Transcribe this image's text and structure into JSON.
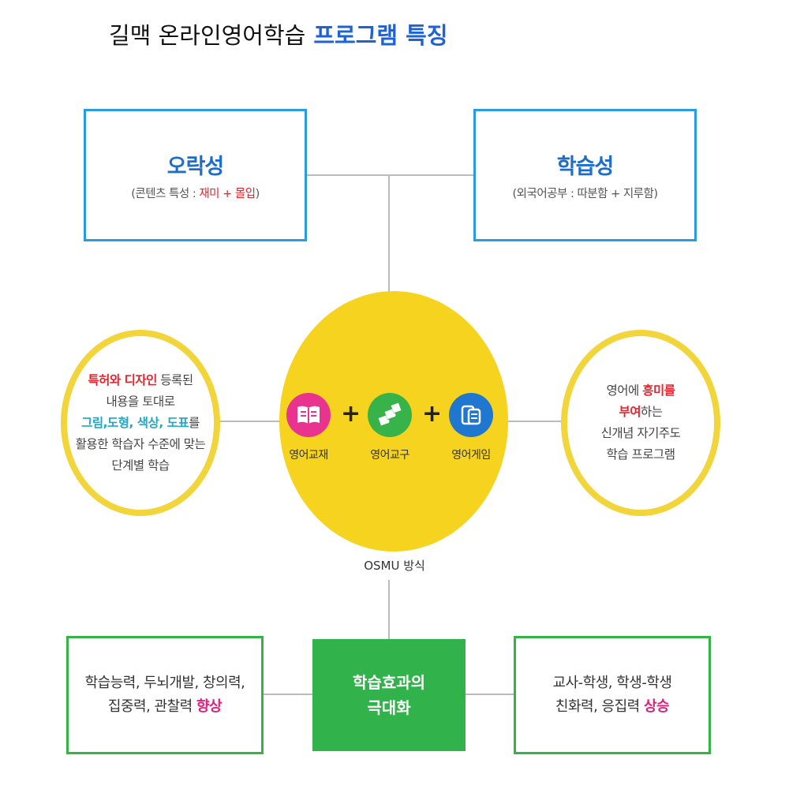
{
  "title": {
    "main": "길맥 온라인영어학습",
    "highlight": "프로그램 특징"
  },
  "top_left_box": {
    "title": "오락성",
    "sub_prefix": "(콘텐츠 특성 : ",
    "sub_highlight": "재미 + 몰입",
    "sub_suffix": ")"
  },
  "top_right_box": {
    "title": "학습성",
    "sub": "(외국어공부 : 따분함 + 지루함)"
  },
  "left_oval": {
    "l1_red": "특허와 디자인",
    "l1_rest": " 등록된",
    "l2": "내용을 토대로",
    "l3_teal_a": "그림,도형, 색상, 도표",
    "l3_rest": "를",
    "l4": "활용한 학습자 수준에 맞는",
    "l5": "단계별 학습"
  },
  "right_oval": {
    "l1_prefix": "영어에 ",
    "l1_red": "흥미를",
    "l2_red": "부여",
    "l2_rest": "하는",
    "l3": "신개념 자기주도",
    "l4": "학습 프로그램"
  },
  "center": {
    "items": [
      {
        "label": "영어교재",
        "icon": "book-icon",
        "color": "#e8338f"
      },
      {
        "label": "영어교구",
        "icon": "puzzle-icon",
        "color": "#37b34a"
      },
      {
        "label": "영어게임",
        "icon": "game-icon",
        "color": "#1f77d0"
      }
    ],
    "plus": "+",
    "caption": "OSMU 방식"
  },
  "bottom_center": {
    "l1": "학습효과의",
    "l2": "극대화"
  },
  "bottom_left_box": {
    "l1": "학습능력, 두뇌개발, 창의력,",
    "l2_prefix": "집중력, 관찰력 ",
    "l2_pink": "향상"
  },
  "bottom_right_box": {
    "l1": "교사-학생, 학생-학생",
    "l2_prefix": "친화력, 응집력 ",
    "l2_pink": "상승"
  },
  "colors": {
    "accent_blue": "#1e63d6",
    "box_blue": "#2a9be0",
    "box_green": "#35b446",
    "yellow": "#f6d31e",
    "oval_border": "#f2d43b",
    "red": "#e2262f",
    "pink": "#e0207d",
    "teal": "#21a8c4"
  }
}
